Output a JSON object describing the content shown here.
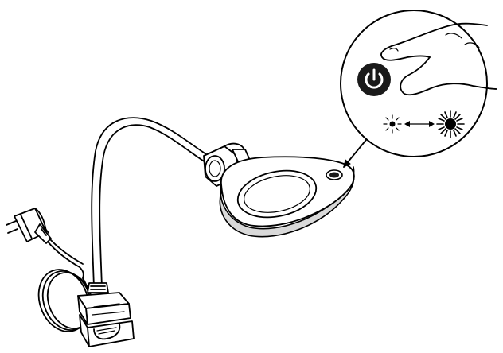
{
  "figure": {
    "subject": "magnifier-lamp-with-flexible-gooseneck",
    "parts": [
      {
        "id": "plug",
        "icon": "power-plug-icon"
      },
      {
        "id": "cable",
        "icon": "cable-coil-icon"
      },
      {
        "id": "clamp-base",
        "icon": "table-clamp-icon"
      },
      {
        "id": "gooseneck",
        "icon": "flexible-arm-icon"
      },
      {
        "id": "joint",
        "icon": "swivel-joint-icon"
      },
      {
        "id": "magnifier-head",
        "icon": "magnifier-lens-icon"
      },
      {
        "id": "touch-switch",
        "icon": "touch-button-icon"
      }
    ],
    "callout": {
      "button_icon": "power-icon",
      "hand_icon": "pointing-hand-icon",
      "dim_icon": "dim-light-icon",
      "bright_icon": "bright-light-icon",
      "range_icon": "double-arrow-icon",
      "button_color": "#1a1a1a"
    }
  }
}
